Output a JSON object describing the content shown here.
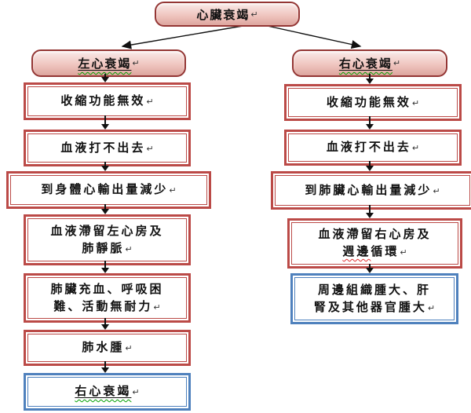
{
  "meta": {
    "ret": "↵",
    "accent_red": "#bb4a47",
    "accent_blue": "#4f81bd",
    "node_border": "#943634",
    "node_fill_top": "#f9eae8",
    "node_fill_bottom": "#dda59e",
    "arrow_color": "#111111",
    "wavy_green": "#00a000",
    "wavy_red": "#e03030"
  },
  "root": {
    "label": "心臟衰竭"
  },
  "left": {
    "header": "左心衰竭",
    "boxes": [
      {
        "line1": "收縮功能無效"
      },
      {
        "line1": "血液打不出去"
      },
      {
        "line1": "到身體心輸出量減少"
      },
      {
        "line1": "血液滯留左心房及",
        "line2": "肺靜脈"
      },
      {
        "line1": "肺臟充血、呼吸困",
        "line2": "難、活動無耐力"
      },
      {
        "line1": "肺水腫"
      },
      {
        "line1": "右心衰竭"
      }
    ]
  },
  "right": {
    "header": "右心衰竭",
    "boxes": [
      {
        "line1": "收縮功能無效"
      },
      {
        "line1": "血液打不出去"
      },
      {
        "line1": "到肺臟心輸出量減少"
      },
      {
        "line1": "血液滯留右心房及",
        "line2_wavy": "週邊",
        "line2_rest": "循環"
      },
      {
        "line1": "周邊組織腫大、肝",
        "line2": "腎及其他器官腫大"
      }
    ]
  }
}
